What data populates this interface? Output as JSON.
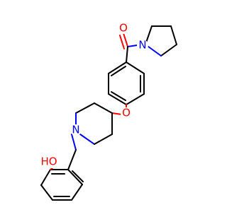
{
  "molecule": {
    "atom_labels": {
      "carbonyl_oxygen": "O",
      "amide_nitrogen": "N",
      "ether_oxygen": "O",
      "piperidine_nitrogen": "N",
      "phenol_oxygen": "HO"
    },
    "colors": {
      "bond": "#000000",
      "oxygen": "#ff0000",
      "nitrogen": "#0000ff",
      "background": "#ffffff"
    }
  }
}
